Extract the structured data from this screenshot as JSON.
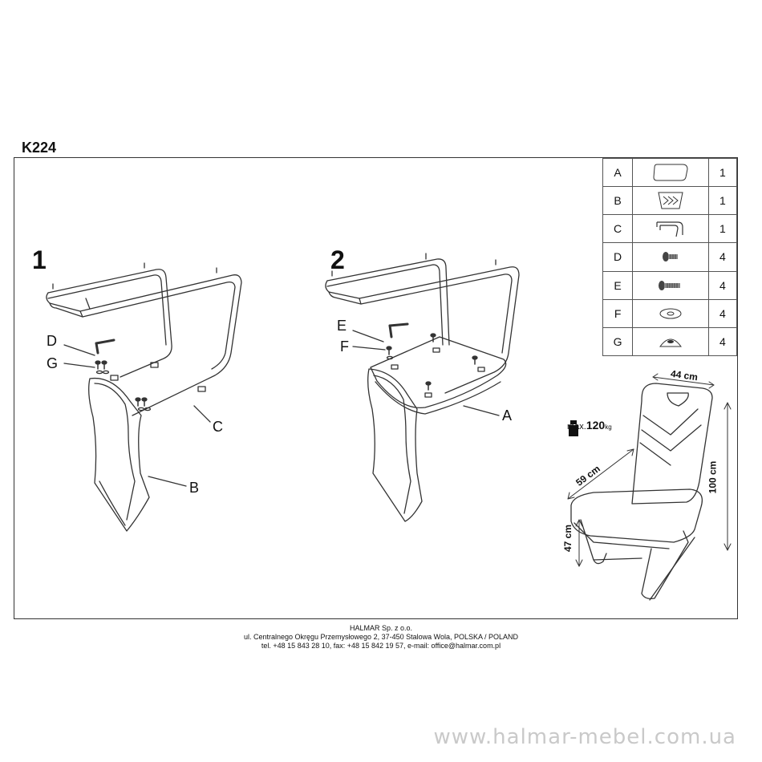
{
  "model": "K224",
  "steps": [
    "1",
    "2"
  ],
  "parts": [
    {
      "letter": "A",
      "icon": "seat-icon",
      "qty": "1"
    },
    {
      "letter": "B",
      "icon": "backrest-icon",
      "qty": "1"
    },
    {
      "letter": "C",
      "icon": "frame-icon",
      "qty": "1"
    },
    {
      "letter": "D",
      "icon": "short-screw-icon",
      "qty": "4"
    },
    {
      "letter": "E",
      "icon": "long-screw-icon",
      "qty": "4"
    },
    {
      "letter": "F",
      "icon": "washer-icon",
      "qty": "4"
    },
    {
      "letter": "G",
      "icon": "spring-washer-icon",
      "qty": "4"
    }
  ],
  "callouts": {
    "step1": {
      "d": "D",
      "g": "G",
      "c": "C",
      "b": "B"
    },
    "step2": {
      "e": "E",
      "f": "F",
      "a": "A"
    }
  },
  "dimensions": {
    "width": "44 cm",
    "depth": "59 cm",
    "height": "100 cm",
    "seat_height": "47 cm"
  },
  "max_load": {
    "prefix": "max.",
    "value": "120",
    "unit": "kg"
  },
  "footer": {
    "company": "HALMAR Sp. z o.o.",
    "address": "ul. Centralnego Okręgu Przemysłowego 2, 37-450 Stalowa Wola, POLSKA / POLAND",
    "contact": "tel. +48 15 843 28 10, fax: +48 15 842 19 57, e-mail: office@halmar.com.pl"
  },
  "website": "www.halmar-mebel.com.ua"
}
